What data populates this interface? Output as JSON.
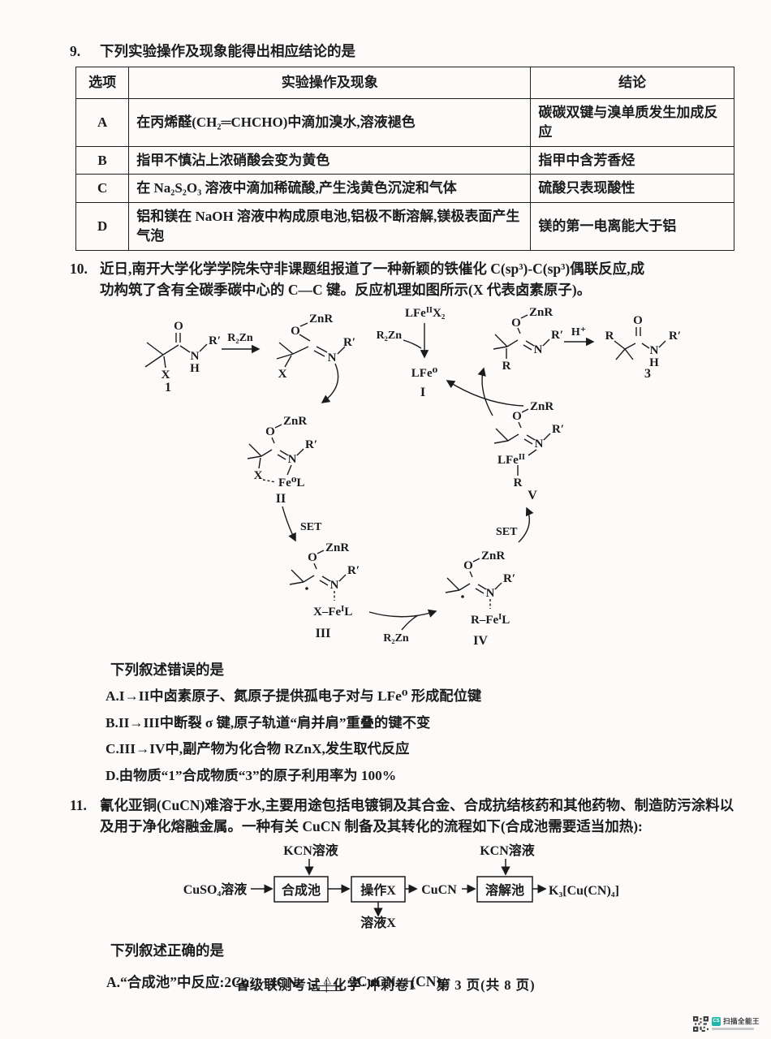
{
  "colors": {
    "ink": "#1c1c1c",
    "paper": "#fdfafa",
    "watermark_teal": "#23b6a8"
  },
  "q9": {
    "number": "9.",
    "stem": "下列实验操作及现象能得出相应结论的是",
    "table": {
      "headers": [
        "选项",
        "实验操作及现象",
        "结论"
      ],
      "rows": [
        {
          "option": "A",
          "operation": "在丙烯醛(CH₂═CHCHO)中滴加溴水,溶液褪色",
          "conclusion": "碳碳双键与溴单质发生加成反应"
        },
        {
          "option": "B",
          "operation": "指甲不慎沾上浓硝酸会变为黄色",
          "conclusion": "指甲中含芳香烃"
        },
        {
          "option": "C",
          "operation": "在 Na₂S₂O₃ 溶液中滴加稀硫酸,产生浅黄色沉淀和气体",
          "conclusion": "硫酸只表现酸性"
        },
        {
          "option": "D",
          "operation": "铝和镁在 NaOH 溶液中构成原电池,铝极不断溶解,镁极表面产生气泡",
          "conclusion": "镁的第一电离能大于铝"
        }
      ]
    }
  },
  "q10": {
    "number": "10.",
    "stem": "近日,南开大学化学学院朱守非课题组报道了一种新颖的铁催化 C(sp³)-C(sp³)偶联反应,成功构筑了含有全碳季碳中心的 C—C 键。反应机理如图所示(X 代表卤素原子)。",
    "question": "下列叙述错误的是",
    "options": [
      "A.I→II中卤素原子、氮原子提供孤电子对与 LFe⁰ 形成配位键",
      "B.II→III中断裂 σ 键,原子轨道“肩并肩”重叠的键不变",
      "C.III→IV中,副产物为化合物 RZnX,发生取代反应",
      "D.由物质“1”合成物质“3”的原子利用率为 100%"
    ],
    "mech": {
      "znr": "ZnR",
      "o": "O",
      "n": "N",
      "h": "H",
      "x": "X",
      "r": "R",
      "rp": "R′",
      "r2zn": "R₂Zn",
      "hplus": "H⁺",
      "lfe0": "LFe⁰",
      "fe0l": "Fe⁰L",
      "lfe": "LFe",
      "x2": "X₂",
      "xfe": "X–Fe",
      "rfe": "R–Fe",
      "l": "L",
      "set": "SET",
      "sup1": "I",
      "sup2": "II",
      "i": "I",
      "ii": "II",
      "iii": "III",
      "iv": "IV",
      "v": "V",
      "c1": "1",
      "c3": "3"
    }
  },
  "q11": {
    "number": "11.",
    "stem": "氰化亚铜(CuCN)难溶于水,主要用途包括电镀铜及其合金、合成抗结核药和其他药物、制造防污涂料以及用于净化熔融金属。一种有关 CuCN 制备及其转化的流程如下(合成池需要适当加热):",
    "flow": {
      "kcn": "KCN溶液",
      "cuso4": "CuSO₄溶液",
      "synth": "合成池",
      "opx": "操作X",
      "cucn": "CuCN",
      "dissolve": "溶解池",
      "product": "K₃[Cu(CN)₄]",
      "solx": "溶液X"
    },
    "question": "下列叙述正确的是",
    "optA_pre": "A.“合成池”中反应:2Cu²⁺+4CN⁻",
    "optA_cond": "△",
    "optA_post": "2CuCN↓+(CN)₂↑"
  },
  "footer": {
    "left": "省级联测考试 | 化学·冲刺卷I",
    "right": "第 3 页(共 8 页)"
  },
  "watermark": {
    "badge": "CS",
    "app": "扫描全能王"
  }
}
